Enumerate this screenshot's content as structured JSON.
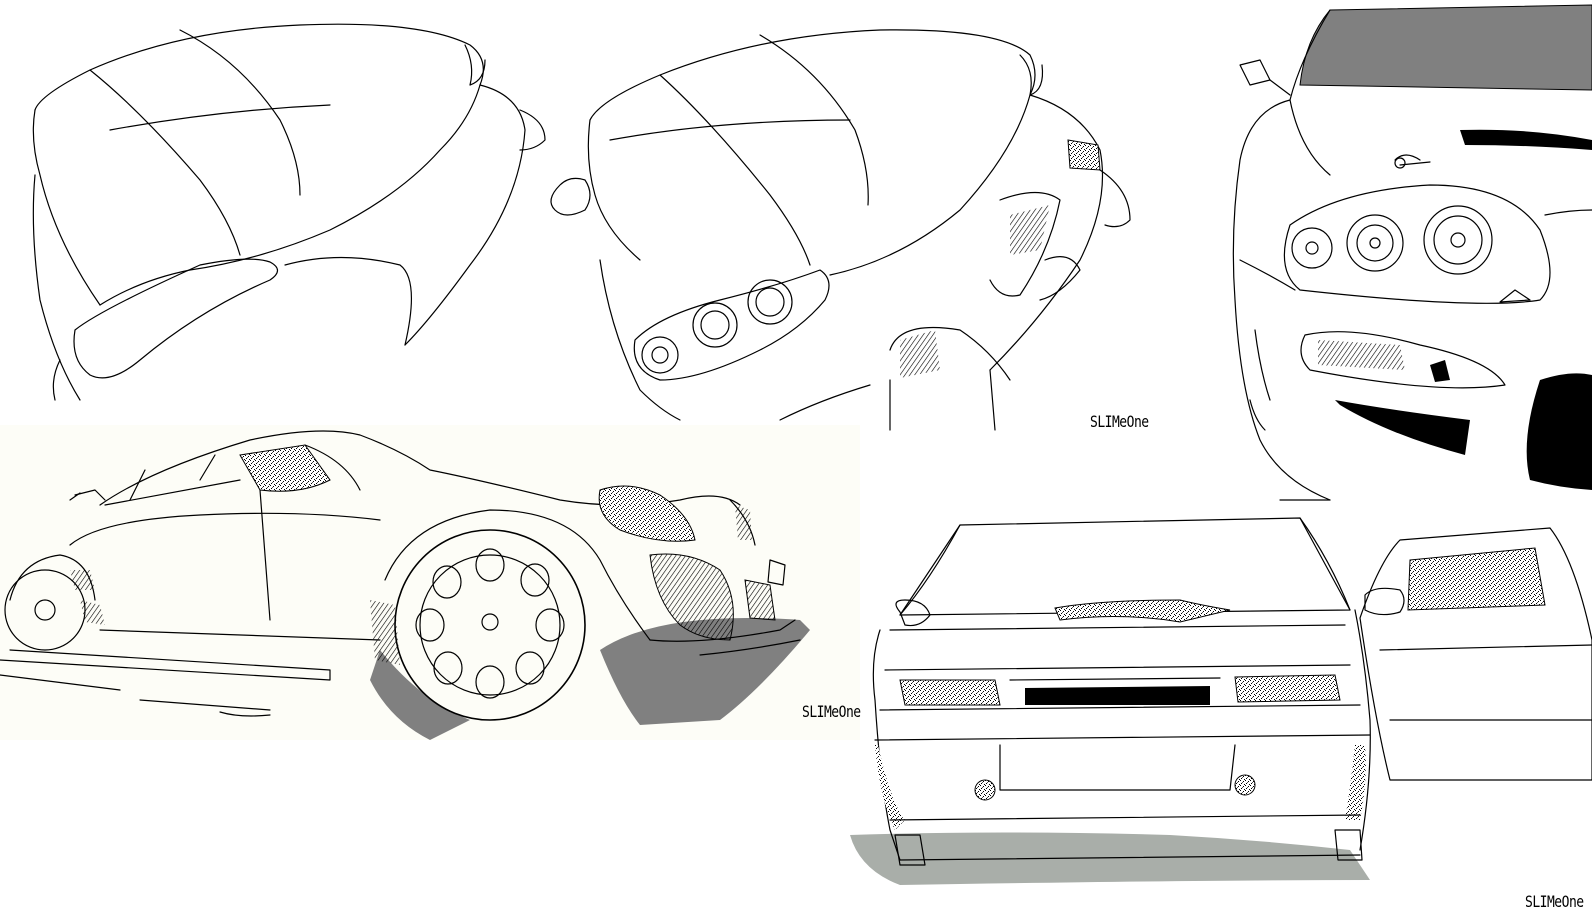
{
  "signatures": [
    "SLIMeOne",
    "SLIMeOne",
    "SLIMeOne"
  ],
  "colors": {
    "background": "#ffffff",
    "line": "#000000",
    "shade_dark": "#808080",
    "shade_light": "#a9aea9",
    "panel_bg": "#fdfdf7"
  }
}
